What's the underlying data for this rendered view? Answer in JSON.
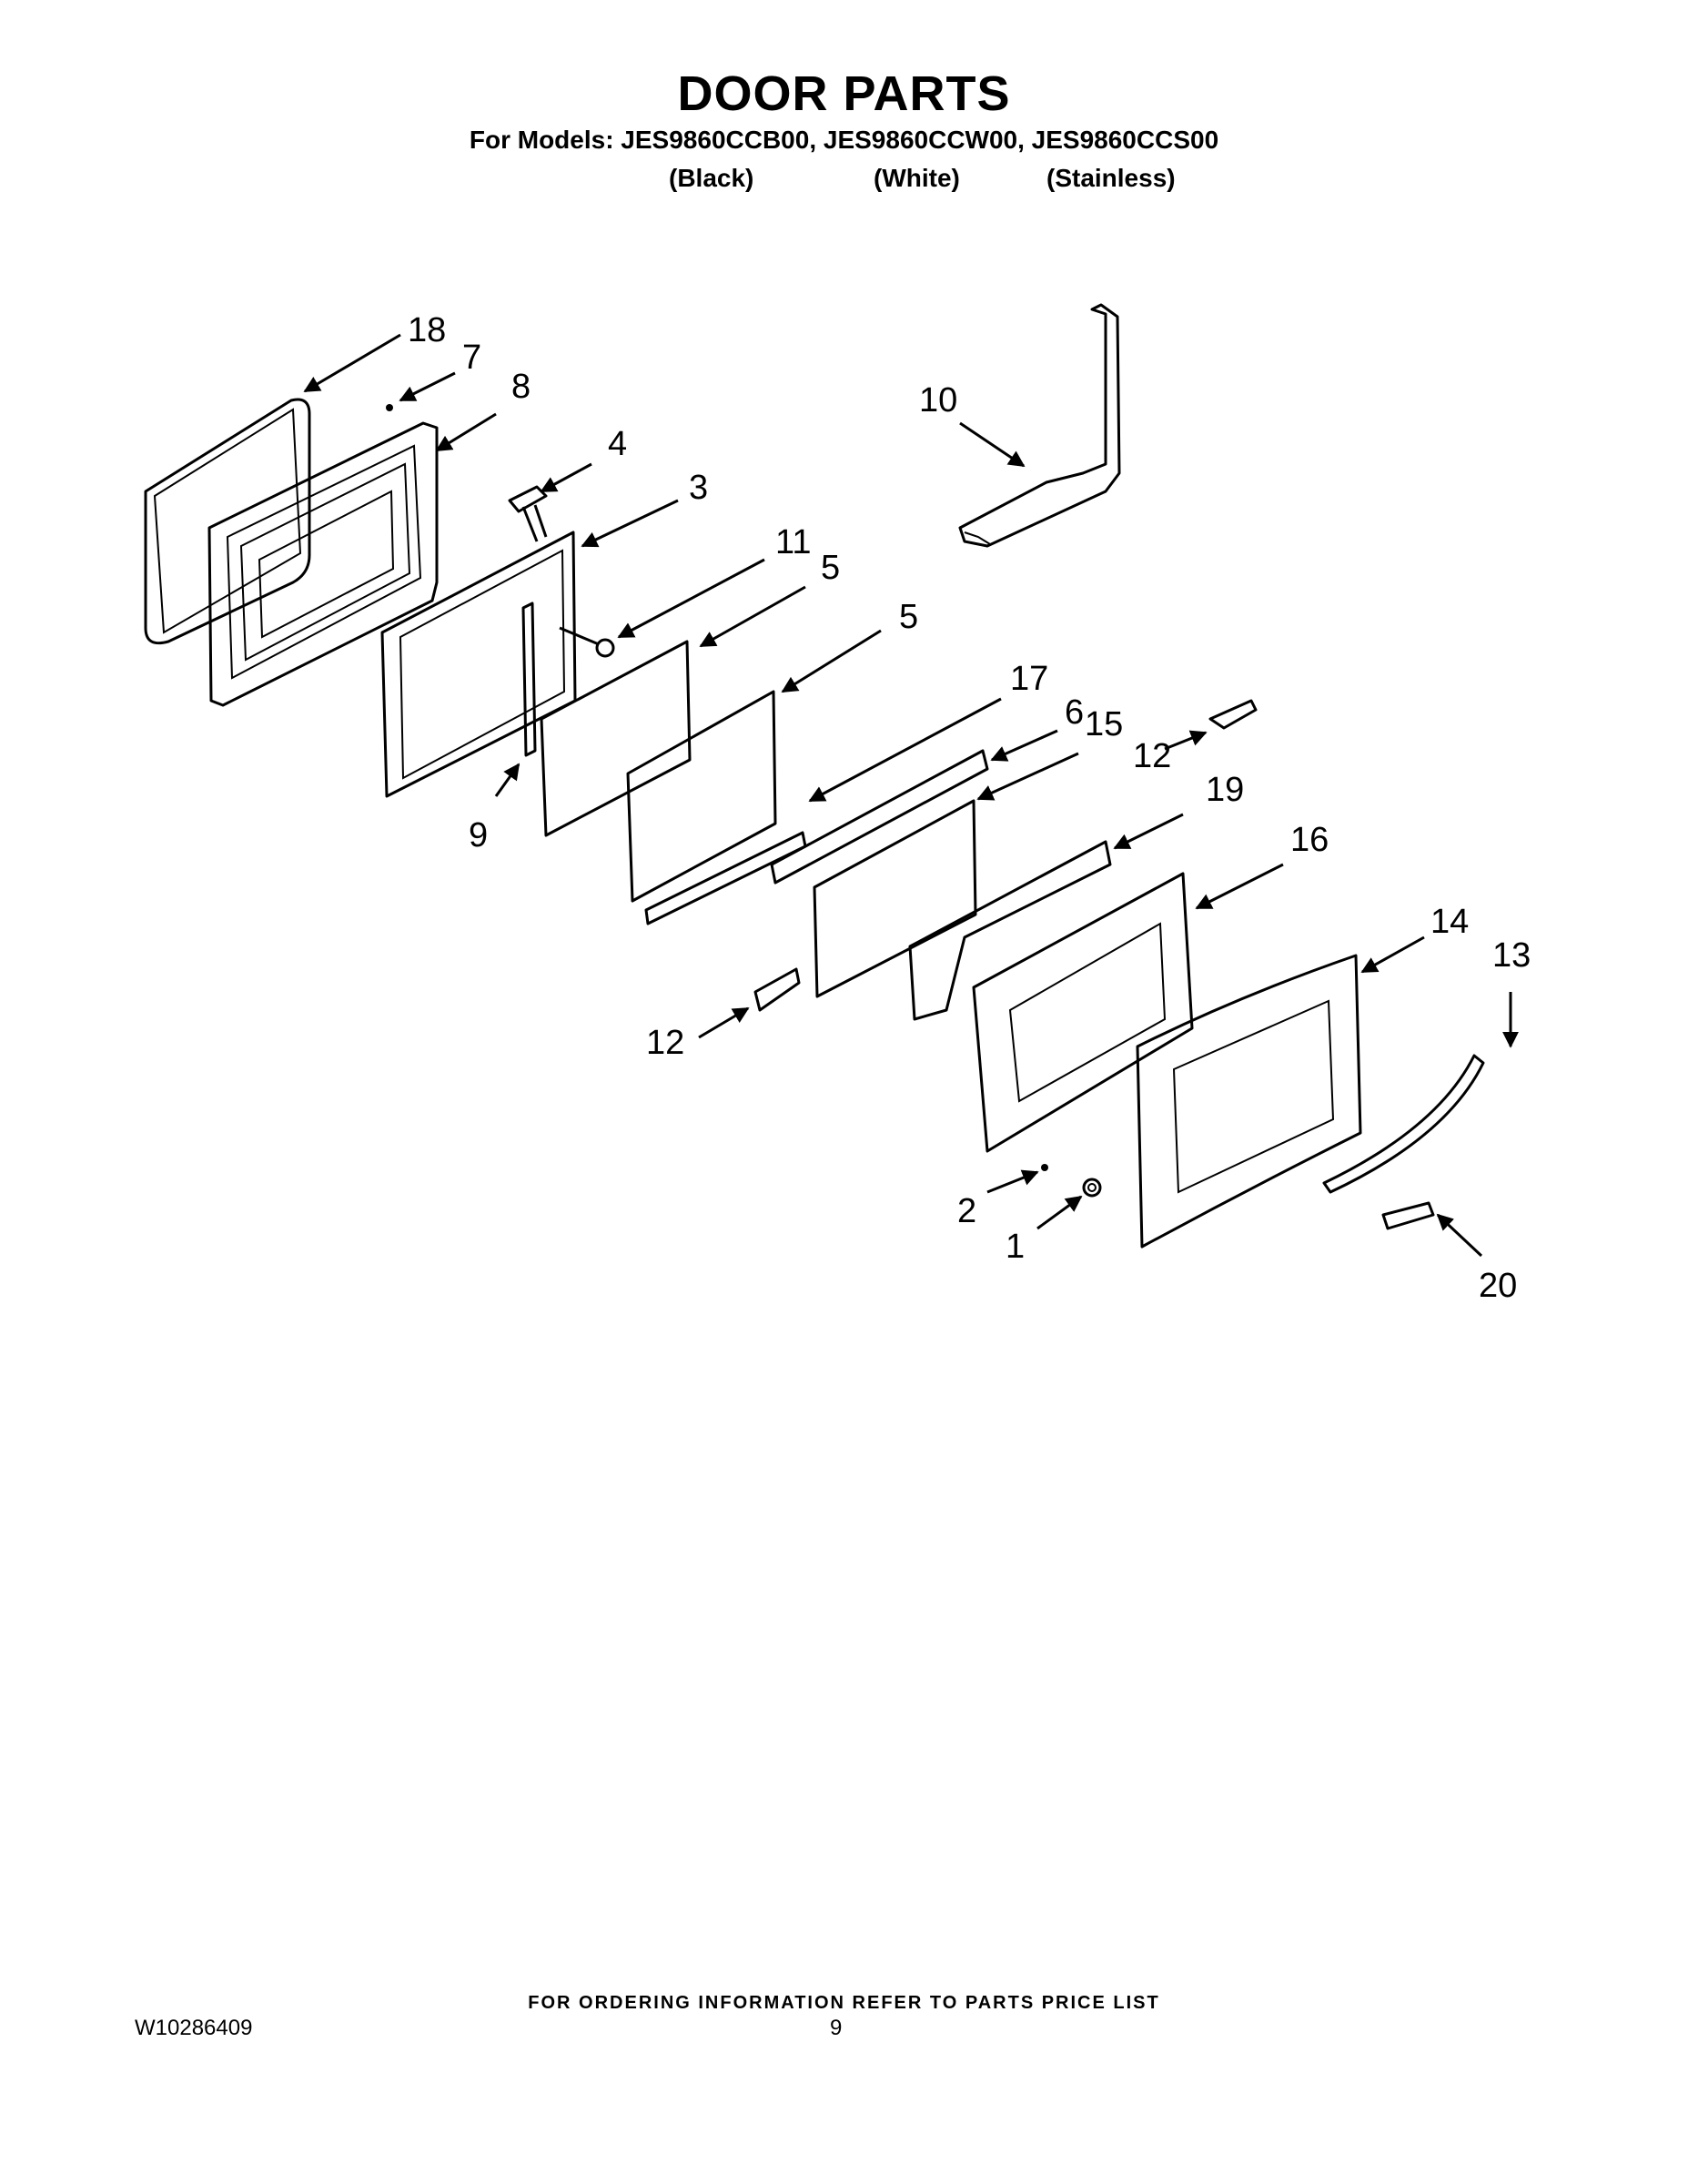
{
  "header": {
    "title": "DOOR PARTS",
    "models_line": "For Models: JES9860CCB00, JES9860CCW00, JES9860CCS00",
    "variants": [
      "(Black)",
      "(White)",
      "(Stainless)"
    ]
  },
  "callouts": [
    "18",
    "7",
    "8",
    "4",
    "3",
    "11",
    "5",
    "5",
    "10",
    "9",
    "17",
    "6",
    "15",
    "12",
    "19",
    "16",
    "14",
    "13",
    "12",
    "2",
    "1",
    "20"
  ],
  "footer": {
    "note": "FOR ORDERING INFORMATION REFER TO PARTS PRICE LIST",
    "doc_id": "W10286409",
    "page_number": "9"
  }
}
